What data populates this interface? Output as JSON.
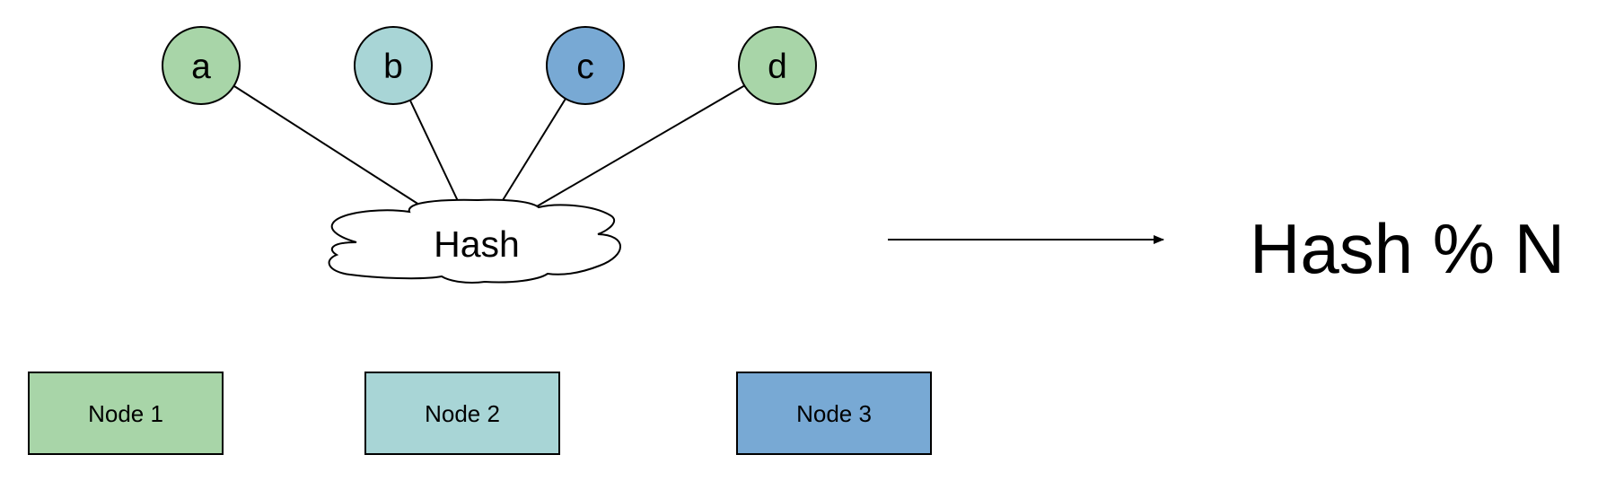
{
  "keys": [
    {
      "label": "a",
      "color": "#a8d5a8"
    },
    {
      "label": "b",
      "color": "#a8d5d6"
    },
    {
      "label": "c",
      "color": "#78a9d4"
    },
    {
      "label": "d",
      "color": "#a8d5a8"
    }
  ],
  "hash": {
    "label": "Hash"
  },
  "result": {
    "label": "Hash % N"
  },
  "nodes": [
    {
      "label": "Node 1",
      "color": "#a8d5a8"
    },
    {
      "label": "Node 2",
      "color": "#a8d5d6"
    },
    {
      "label": "Node 3",
      "color": "#78a9d4"
    }
  ],
  "colors": {
    "stroke": "#000000",
    "background": "#ffffff"
  }
}
